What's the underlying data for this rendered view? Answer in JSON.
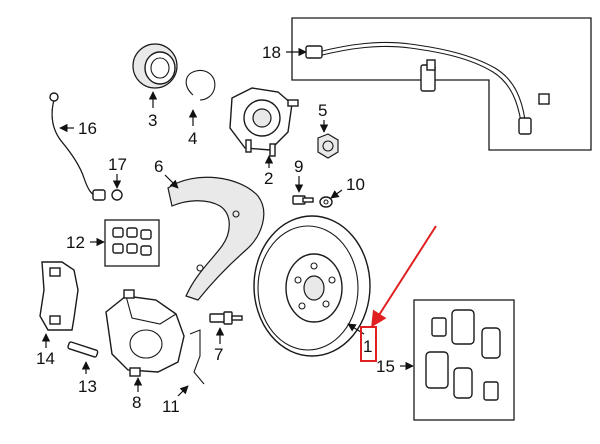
{
  "callouts": [
    {
      "id": "1",
      "label": "1"
    },
    {
      "id": "2",
      "label": "2"
    },
    {
      "id": "3",
      "label": "3"
    },
    {
      "id": "4",
      "label": "4"
    },
    {
      "id": "5",
      "label": "5"
    },
    {
      "id": "6",
      "label": "6"
    },
    {
      "id": "7",
      "label": "7"
    },
    {
      "id": "8",
      "label": "8"
    },
    {
      "id": "9",
      "label": "9"
    },
    {
      "id": "10",
      "label": "10"
    },
    {
      "id": "11",
      "label": "11"
    },
    {
      "id": "12",
      "label": "12"
    },
    {
      "id": "13",
      "label": "13"
    },
    {
      "id": "14",
      "label": "14"
    },
    {
      "id": "15",
      "label": "15"
    },
    {
      "id": "16",
      "label": "16"
    },
    {
      "id": "17",
      "label": "17"
    },
    {
      "id": "18",
      "label": "18"
    }
  ],
  "highlight": {
    "target": "1",
    "color": "#e02020"
  }
}
